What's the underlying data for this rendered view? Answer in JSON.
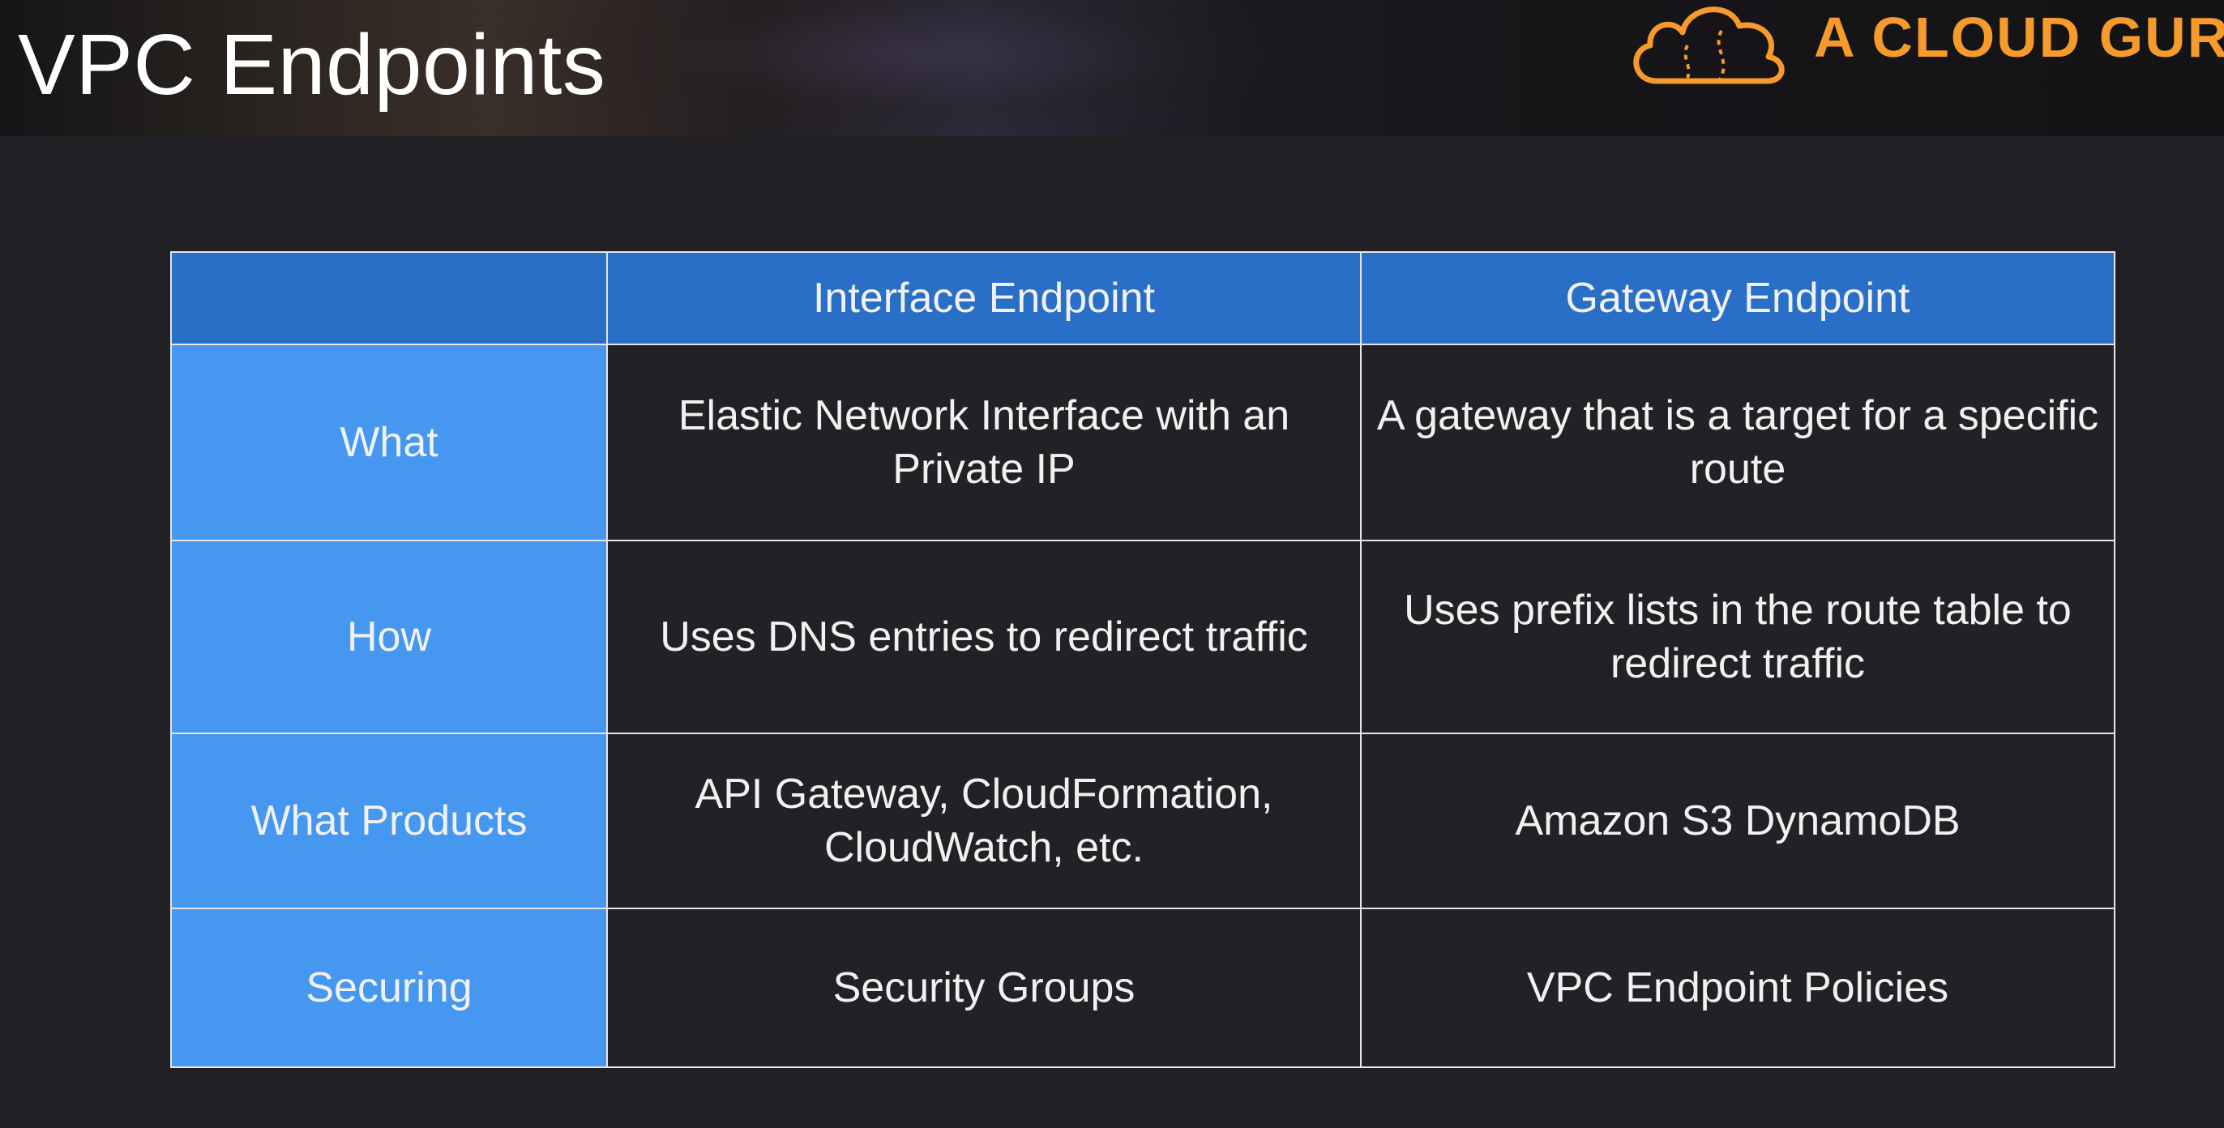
{
  "title": "VPC Endpoints",
  "brand": {
    "name": "A CLOUD GURU",
    "icon": "cloud-logo-icon",
    "color": "#f59a2b"
  },
  "table": {
    "columns": [
      "",
      "Interface Endpoint",
      "Gateway Endpoint"
    ],
    "rows": [
      {
        "label": "What",
        "interface": "Elastic Network Interface with an Private IP",
        "gateway": "A gateway that is a target for a specific route"
      },
      {
        "label": "How",
        "interface": "Uses DNS entries to redirect traffic",
        "gateway": "Uses prefix lists in the route table to redirect traffic"
      },
      {
        "label": "What Products",
        "interface": "API Gateway, CloudFormation, CloudWatch, etc.",
        "gateway": "Amazon S3 DynamoDB"
      },
      {
        "label": "Securing",
        "interface": "Security Groups",
        "gateway": "VPC Endpoint Policies"
      }
    ]
  },
  "colors": {
    "header_row": "#2a6fc7",
    "label_column": "#4597f0",
    "background": "#212024"
  }
}
